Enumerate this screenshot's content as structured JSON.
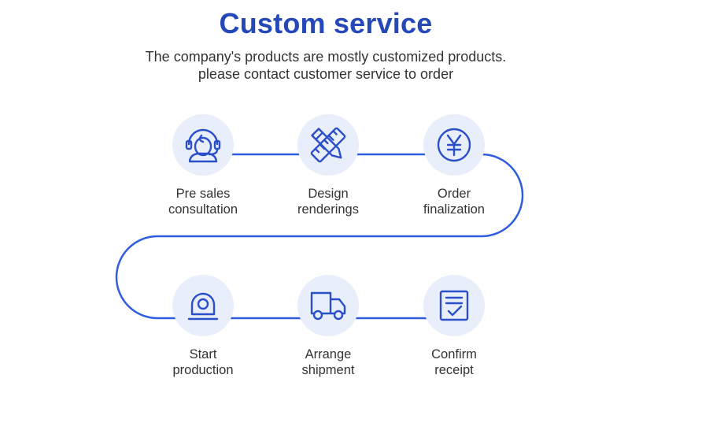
{
  "colors": {
    "accent": "#2448b8",
    "line": "#2f5ce0",
    "icon": "#2a4fc8",
    "circle": "#e9eefb",
    "text": "#333333"
  },
  "header": {
    "title": "Custom service",
    "subtitle_line1": "The company's products are mostly customized products.",
    "subtitle_line2": "please contact customer service to order"
  },
  "steps": [
    {
      "icon": "headset-agent-icon",
      "line1": "Pre sales",
      "line2": "consultation"
    },
    {
      "icon": "ruler-pencil-icon",
      "line1": "Design",
      "line2": "renderings"
    },
    {
      "icon": "yen-coin-icon",
      "line1": "Order",
      "line2": "finalization"
    },
    {
      "icon": "alarm-light-icon",
      "line1": "Start",
      "line2": "production"
    },
    {
      "icon": "delivery-truck-icon",
      "line1": "Arrange",
      "line2": "shipment"
    },
    {
      "icon": "checked-document-icon",
      "line1": "Confirm",
      "line2": "receipt"
    }
  ]
}
